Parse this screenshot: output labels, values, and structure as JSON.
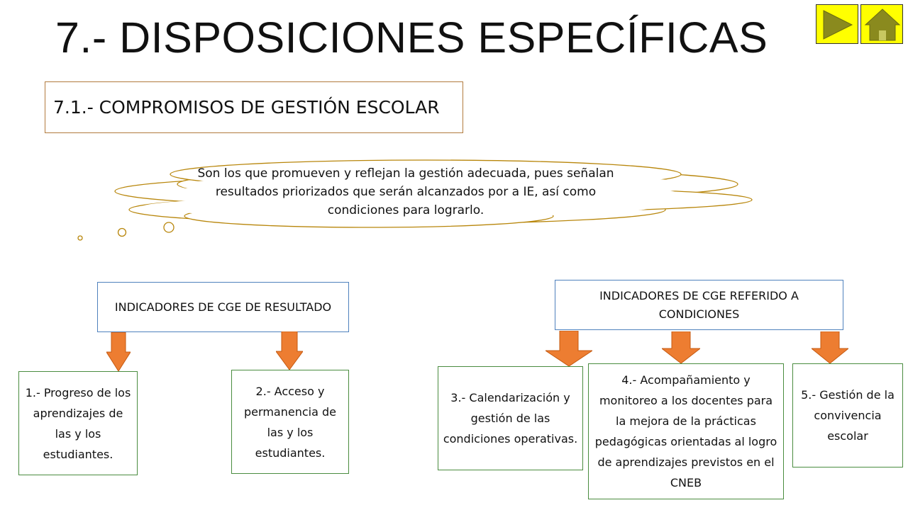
{
  "title": "7.- DISPOSICIONES ESPECÍFICAS",
  "subtitle": "7.1.- COMPROMISOS DE GESTIÓN ESCOLAR",
  "cloud_text": "Son los que promueven y reflejan la gestión adecuada, pues señalan resultados priorizados que serán alcanzados por a IE, así como condiciones para lograrlo.",
  "colors": {
    "nav_button": "#ffff00",
    "nav_icon": "#8a8a1e",
    "arrow": "#ed7d31",
    "header_border": "#4f81bd",
    "item_border": "#4a8c3f",
    "cloud_border": "#b8860b"
  },
  "nav": {
    "next_icon": "play-triangle-icon",
    "home_icon": "house-icon"
  },
  "groups": {
    "resultado": {
      "header": "INDICADORES DE CGE DE RESULTADO",
      "items": [
        "1.- Progreso de los aprendizajes de las y los estudiantes.",
        "2.- Acceso y permanencia de las y los estudiantes."
      ]
    },
    "condiciones": {
      "header": "INDICADORES DE CGE REFERIDO A CONDICIONES",
      "items": [
        "3.- Calendarización y gestión de las condiciones operativas.",
        "4.- Acompañamiento y monitoreo a los docentes para la mejora de la prácticas pedagógicas orientadas al logro de aprendizajes previstos en el CNEB",
        "5.- Gestión de la convivencia escolar"
      ]
    }
  }
}
